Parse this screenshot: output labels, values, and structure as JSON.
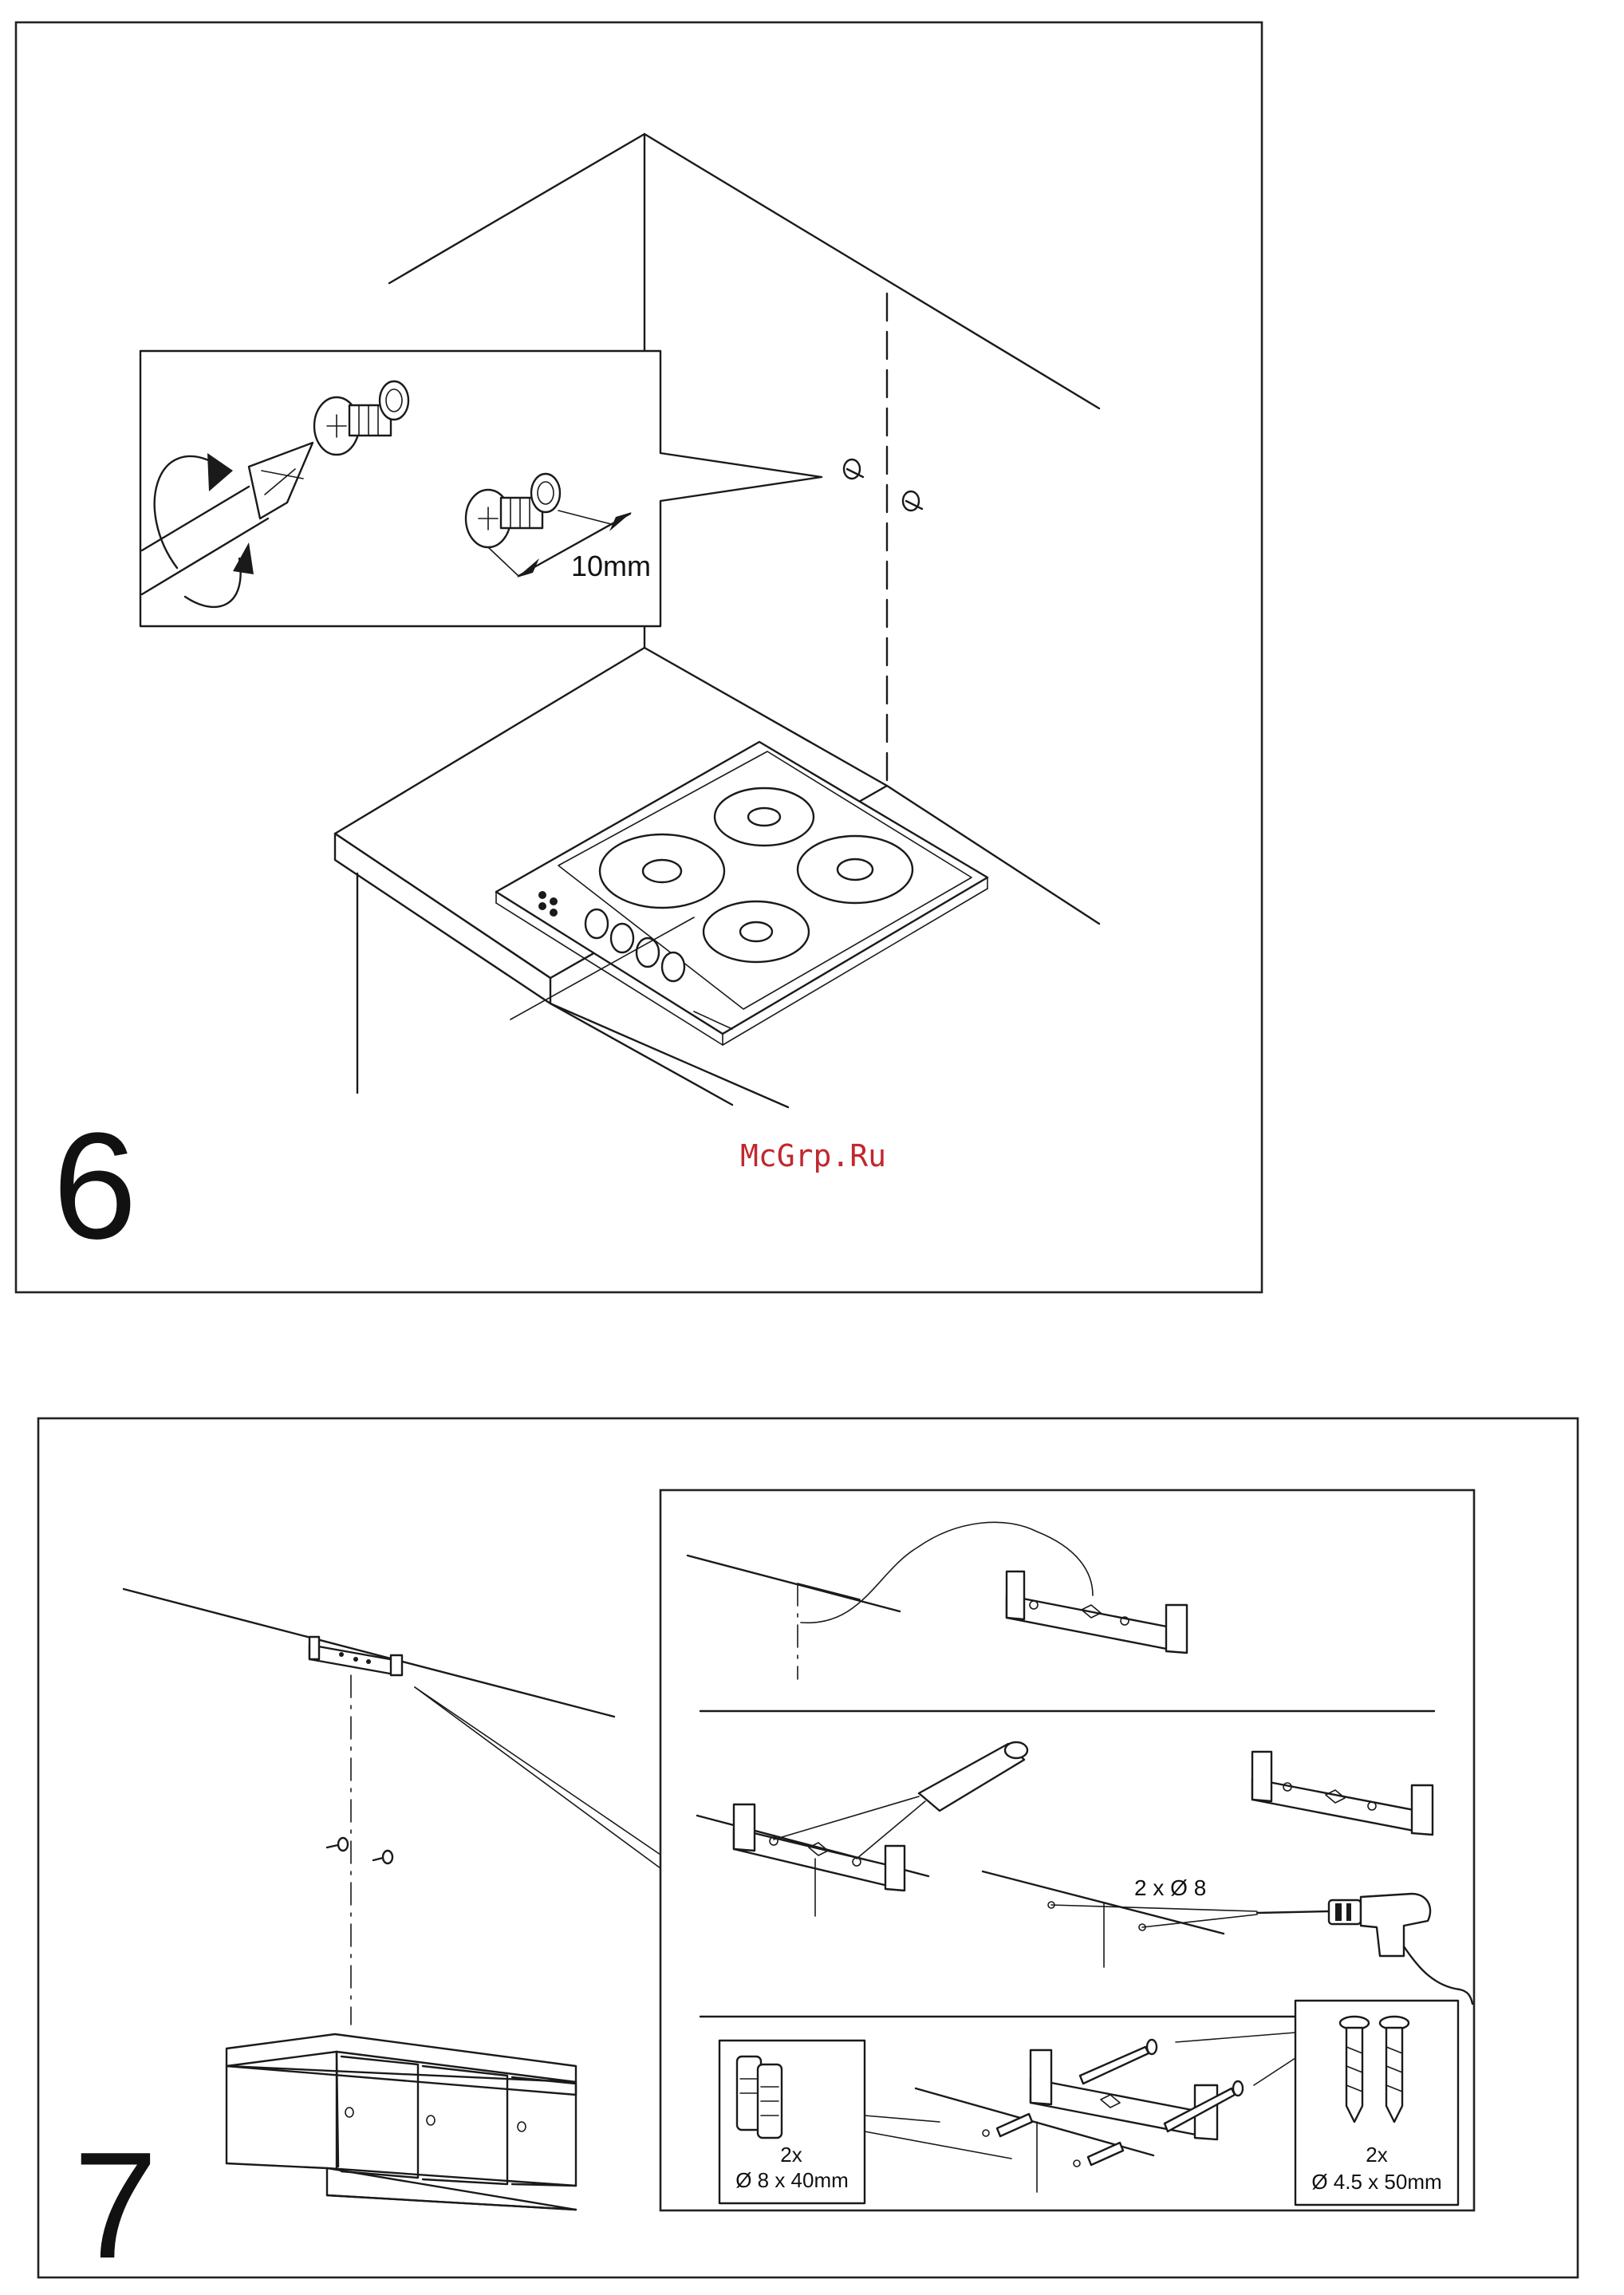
{
  "steps": [
    {
      "number": "6",
      "dimension_label": "10mm"
    },
    {
      "number": "7",
      "drill_label": "2 x Ø 8",
      "anchors_qty": "2x",
      "anchors_size": "Ø 8 x 40mm",
      "screws_qty": "2x",
      "screws_size": "Ø 4.5 x 50mm"
    }
  ],
  "watermark": "McGrp.Ru",
  "colors": {
    "watermark": "#c0282d",
    "line": "#1a1a1a"
  }
}
